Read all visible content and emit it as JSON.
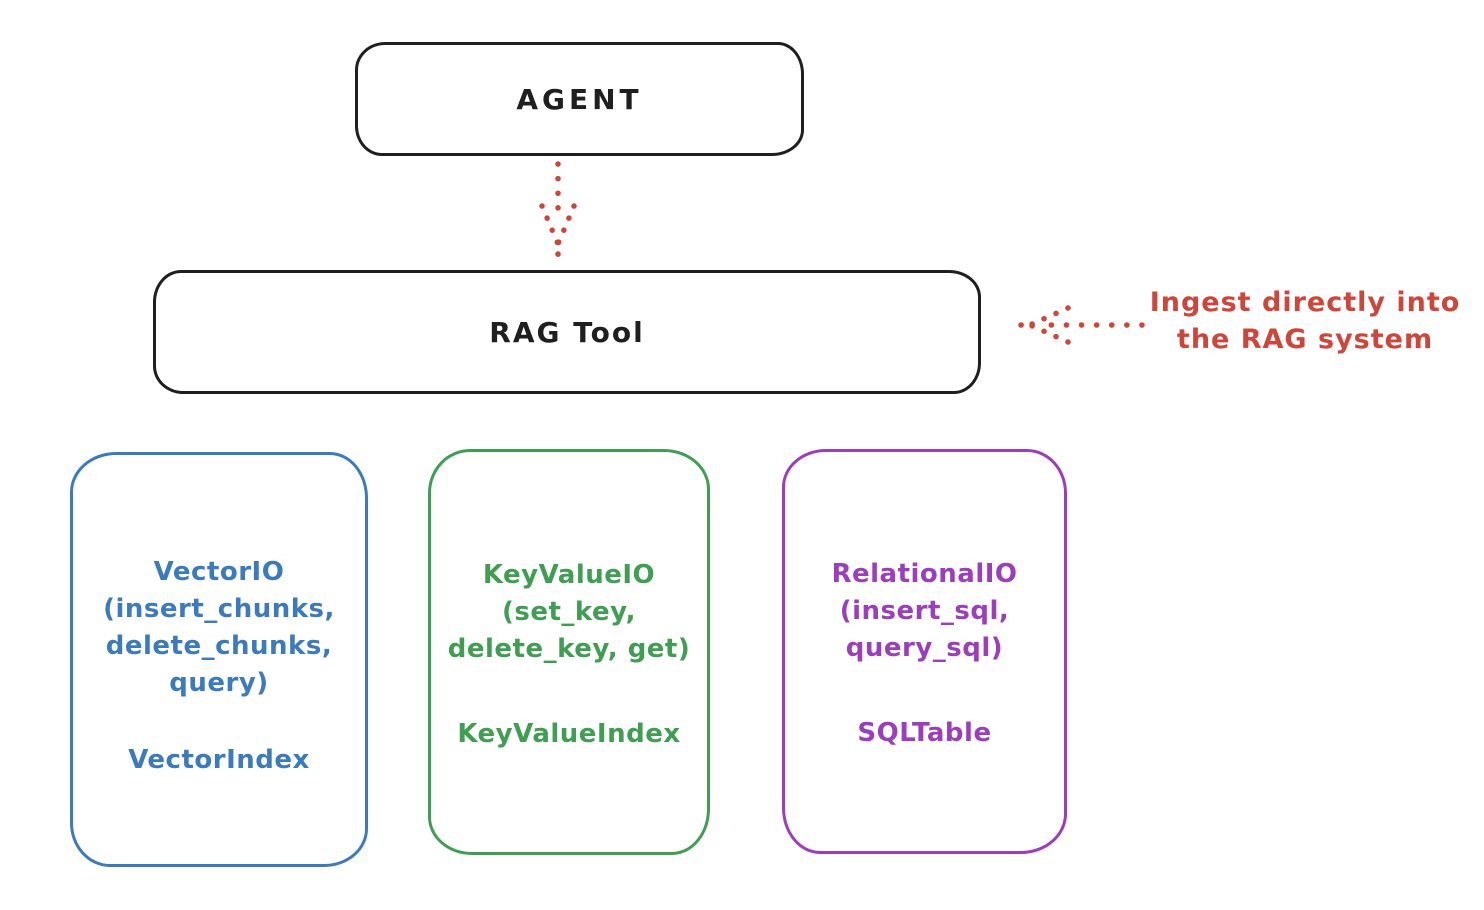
{
  "diagram": {
    "agent": {
      "label": "AGENT"
    },
    "rag": {
      "label": "RAG Tool"
    },
    "annotation": {
      "line1": "Ingest directly into",
      "line2": "the RAG system"
    },
    "cards": [
      {
        "id": "vector-io",
        "lines": [
          "VectorIO",
          "(insert_chunks,",
          "delete_chunks,",
          "query)"
        ],
        "index": "VectorIndex",
        "color": "#3b7abf"
      },
      {
        "id": "keyvalue-io",
        "lines": [
          "KeyValueIO",
          "(set_key,",
          "delete_key, get)"
        ],
        "index": "KeyValueIndex",
        "color": "#3f9e52"
      },
      {
        "id": "relational-io",
        "lines": [
          "RelationalIO",
          "(insert_sql,",
          "query_sql)"
        ],
        "index": "SQLTable",
        "color": "#9b3dbd"
      }
    ],
    "icons": [
      "dotted-arrow-down",
      "dotted-arrow-left"
    ],
    "colors": {
      "stroke": "#1f1f1f",
      "red": "#d0453a",
      "blue": "#3b7abf",
      "green": "#3f9e52",
      "purple": "#9b3dbd",
      "background": "#ffffff"
    }
  }
}
